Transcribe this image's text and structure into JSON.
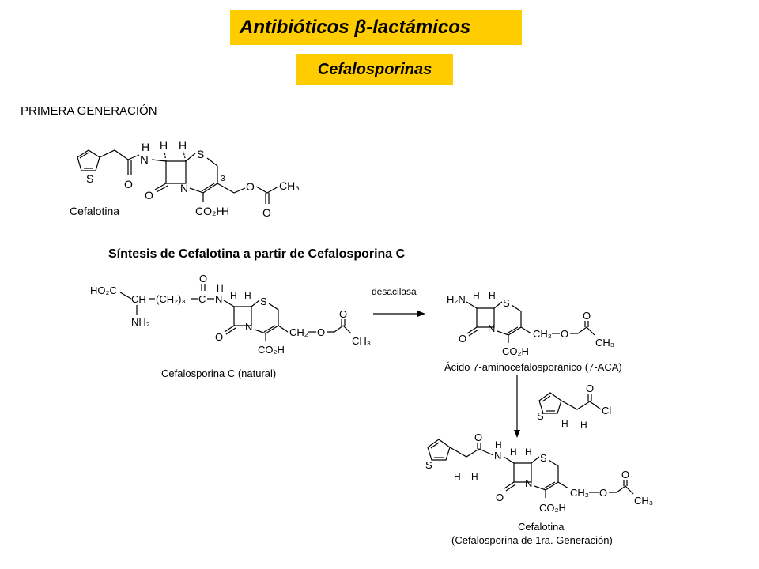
{
  "header": {
    "title": "Antibióticos β-lactámicos",
    "subtitle": "Cefalosporinas"
  },
  "section": {
    "generation_label": "PRIMERA GENERACIÓN",
    "synthesis_title": "Síntesis de Cefalotina a partir de Cefalosporina C"
  },
  "captions": {
    "cefalotina_top": "Cefalotina",
    "cephalosporin_c": "Cefalosporina C (natural)",
    "aca": "Ácido 7-aminocefalosporánico (7-ACA)",
    "cefalotina_final": "Cefalotina",
    "cefalotina_final_sub": "(Cefalosporina de 1ra. Generación)",
    "enzyme": "desacilasa"
  },
  "atoms": {
    "S": "S",
    "N": "N",
    "O": "O",
    "H": "H",
    "Cl": "Cl",
    "CO2H": "CO₂H",
    "CH3": "CH₃",
    "CH2": "CH₂",
    "NH2": "NH₂",
    "H2N": "H₂N",
    "HO2C": "HO₂C",
    "CH": "CH",
    "CH2n": "(CH₂)₃",
    "C": "C",
    "num3": "3"
  }
}
